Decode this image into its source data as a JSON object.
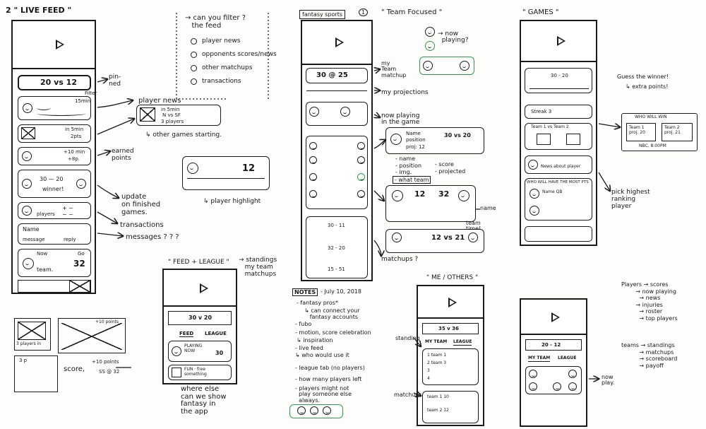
{
  "live_feed": {
    "title": "2 \" LIVE FEED \"",
    "pinned_score": "20 vs 12",
    "pinned_label": "pin-\nned",
    "filter_label": "Filter",
    "small_time": "15min",
    "card2_time": "in 5min",
    "card2_time2": "2pts",
    "card3_points": "+10 min",
    "card3_points2": "+8p.",
    "card4_score": "30 — 20",
    "card4_winner": "winner!",
    "card5_players": "players",
    "card6_name": "Name",
    "card6_msg": "message",
    "card6_reply": "reply",
    "card7_now": "Now",
    "card7_team": "team.",
    "card7_score": "32",
    "card7_go": "Go"
  },
  "filter_note": {
    "title": "→ can you filter ?\n   the feed",
    "options": [
      "player news",
      "opponents scores/news",
      "other matchups",
      "transactions"
    ]
  },
  "annotations": {
    "player_news": "player news",
    "other_games": "↳ other games starting.",
    "earned_points": "earned\npoints",
    "update": "update\non finished\ngames.",
    "transactions": "transactions",
    "messages": "messages ? ? ?",
    "player_highlight": "↳ player highlight",
    "in_5min": "in 5min",
    "nyvssf": "N vs SF",
    "players_3": "3 players",
    "highlight_score": "12"
  },
  "mini": {
    "players_in": "3 players in",
    "points": "+10 points",
    "score_label": "score,",
    "plus_points": "+10 points",
    "game": "SS @ 32"
  },
  "feed_league": {
    "title": "\" FEED + LEAGUE \"",
    "standings": "→ standings\n   my team\n   matchups",
    "score": "30 v 20",
    "tab_feed": "FEED",
    "tab_league": "LEAGUE",
    "card_label": "PLAYING\nNOW",
    "card_score": "30",
    "card2": "FUN · free\nsomething",
    "question": "where else\ncan we show\nfantasy in\nthe app"
  },
  "fantasy": {
    "tag": "fantasy sports",
    "num": "1",
    "title": "\" Team Focused \"",
    "score": "30 @ 25",
    "my_team_matchup": "my\nTeam\nmatchup",
    "my_projections": "my projections",
    "now_playing_game": "now playing\nin the game",
    "now_playing": "→ now\n  playing?",
    "name_label": "Name",
    "position": "position",
    "proj": "proj: 12",
    "score_card": "30 vs 20",
    "list": "- name\n- position\n- img.",
    "list2": "- score\n- projected",
    "what_team": "- what team",
    "card2_score": "12",
    "card2_score2": "32",
    "name_arrow": "name",
    "team_time": "team\ntime!",
    "card3_score": "12 vs 21",
    "matchups": "matchups ?",
    "team_score": "30 - 11",
    "team_score2": "32 - 20",
    "team_score3": "15 - 51"
  },
  "notes": {
    "tag": "NOTES",
    "date": "- July 10, 2018",
    "lines": [
      "- fantasy pros*",
      "    ↳ can connect your\n      fantasy accounts",
      "- fubo",
      "- motion, score celebration",
      "        ↳ inspiration",
      "- live feed",
      "    ↳ who would use it",
      "- league tab (no players)",
      "- how many players left",
      "- players might not\n  play someone else\n  always."
    ]
  },
  "games": {
    "title": "\" GAMES \"",
    "score": "30 - 20",
    "guess": "Guess the winner!",
    "extra": "↳ extra points!",
    "streak": "Streak  3",
    "team_vs": "Team 1 vs Team 2",
    "who_will_win": "WHO WILL WIN",
    "team1": "Team 1\nproj. 20",
    "team2": "Team 2\nproj. 21",
    "nbc": "NBC, 8:00PM",
    "news": "News about player",
    "who_will_have": "WHO WILL HAVE THE MOST PTS",
    "name_qb": "Name   QB",
    "pick_highest": "pick highest\nranking\nplayer"
  },
  "me_others": {
    "title": "\" ME / OTHERS \"",
    "score": "35 v 36",
    "tab_myteam": "MY TEAM",
    "tab_league": "LEAGUE",
    "standing": "standing",
    "rows": [
      "1  team 1",
      "2  team 3",
      "3",
      "4"
    ],
    "matchups": "matchups",
    "m1": "team 1 10",
    "m2": "team 2 12"
  },
  "phone6": {
    "score": "20 - 12",
    "tab_myteam": "MY TEAM",
    "tab_league": "LEAGUE",
    "now_playing": "now\nplay."
  },
  "right_notes": {
    "players": "Players → scores\n        → now playing\n        → news\n        → injuries\n        → roster\n        → top players",
    "teams": "teams → standings\n       → matchups\n       → scoreboard\n       → payoff"
  }
}
